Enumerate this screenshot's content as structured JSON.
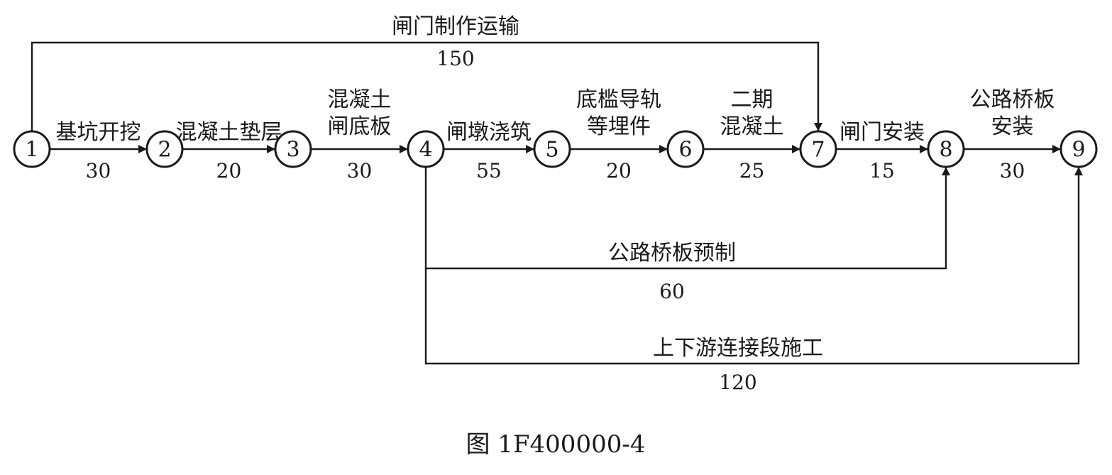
{
  "nodes": [
    {
      "id": "1",
      "label": "1"
    },
    {
      "id": "2",
      "label": "2"
    },
    {
      "id": "3",
      "label": "3"
    },
    {
      "id": "4",
      "label": "4"
    },
    {
      "id": "5",
      "label": "5"
    },
    {
      "id": "6",
      "label": "6"
    },
    {
      "id": "7",
      "label": "7"
    },
    {
      "id": "8",
      "label": "8"
    },
    {
      "id": "9",
      "label": "9"
    }
  ],
  "activities": [
    {
      "from": "1",
      "to": "2",
      "name_lines": [
        "基坑开挖"
      ],
      "duration": "30"
    },
    {
      "from": "2",
      "to": "3",
      "name_lines": [
        "混凝土垫层"
      ],
      "duration": "20"
    },
    {
      "from": "3",
      "to": "4",
      "name_lines": [
        "混凝土",
        "闸底板"
      ],
      "duration": "30"
    },
    {
      "from": "4",
      "to": "5",
      "name_lines": [
        "闸墩浇筑"
      ],
      "duration": "55"
    },
    {
      "from": "5",
      "to": "6",
      "name_lines": [
        "底槛导轨",
        "等埋件"
      ],
      "duration": "20"
    },
    {
      "from": "6",
      "to": "7",
      "name_lines": [
        "二期",
        "混凝土"
      ],
      "duration": "25"
    },
    {
      "from": "7",
      "to": "8",
      "name_lines": [
        "闸门安装"
      ],
      "duration": "15"
    },
    {
      "from": "8",
      "to": "9",
      "name_lines": [
        "公路桥板",
        "安装"
      ],
      "duration": "30"
    },
    {
      "from": "1",
      "to": "7",
      "name_lines": [
        "闸门制作运输"
      ],
      "duration": "150"
    },
    {
      "from": "4",
      "to": "8",
      "name_lines": [
        "公路桥板预制"
      ],
      "duration": "60"
    },
    {
      "from": "4",
      "to": "9",
      "name_lines": [
        "上下游连接段施工"
      ],
      "duration": "120"
    }
  ],
  "caption": "图 1F400000-4"
}
